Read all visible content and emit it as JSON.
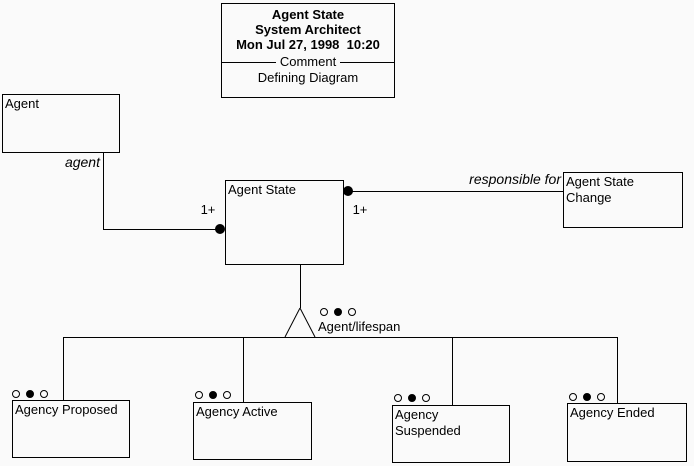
{
  "title_box": {
    "diagram_name": "Agent State",
    "tool_name": "System Architect",
    "timestamp": "Mon Jul 27, 1998  10:20",
    "separator_label": "Comment",
    "comment_text": "Defining Diagram"
  },
  "entities": {
    "agent": {
      "label": "Agent"
    },
    "agent_state": {
      "label": "Agent State"
    },
    "agent_state_change": {
      "label": "Agent State\nChange"
    },
    "agency_proposed": {
      "label": "Agency Proposed"
    },
    "agency_active": {
      "label": "Agency Active"
    },
    "agency_suspended": {
      "label": "Agency\nSuspended"
    },
    "agency_ended": {
      "label": "Agency Ended"
    }
  },
  "connectors": {
    "agent_association": {
      "role_label": "agent",
      "cardinality": "1+"
    },
    "responsible_association": {
      "role_label": "responsible for",
      "cardinality": "1+"
    },
    "subtype_tree": {
      "label": "Agent/lifespan"
    }
  },
  "colors": {
    "line": "#000000",
    "background": "#fafafa",
    "text": "#000000"
  }
}
